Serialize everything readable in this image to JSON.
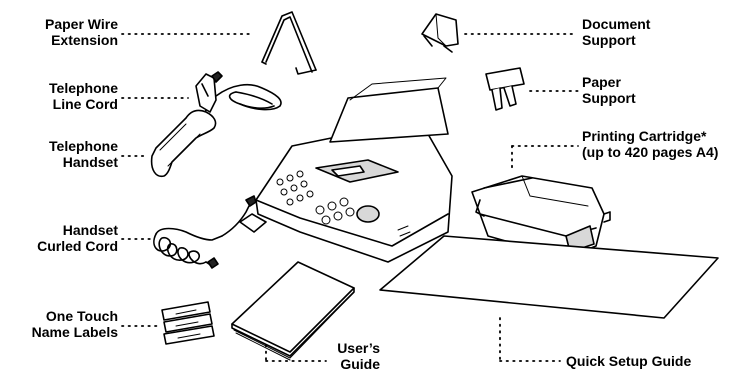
{
  "labels": {
    "paper_wire_extension": [
      "Paper Wire",
      "Extension"
    ],
    "telephone_line_cord": [
      "Telephone",
      "Line Cord"
    ],
    "telephone_handset": [
      "Telephone",
      "Handset"
    ],
    "handset_curled_cord": [
      "Handset",
      "Curled Cord"
    ],
    "one_touch_name_labels": [
      "One Touch",
      "Name Labels"
    ],
    "users_guide": [
      "User’s",
      "Guide"
    ],
    "document_support": [
      "Document",
      "Support"
    ],
    "paper_support": [
      "Paper",
      "Support"
    ],
    "printing_cartridge": [
      "Printing Cartridge*",
      "(up to 420 pages A4)"
    ],
    "quick_setup_guide": [
      "Quick Setup Guide"
    ]
  }
}
